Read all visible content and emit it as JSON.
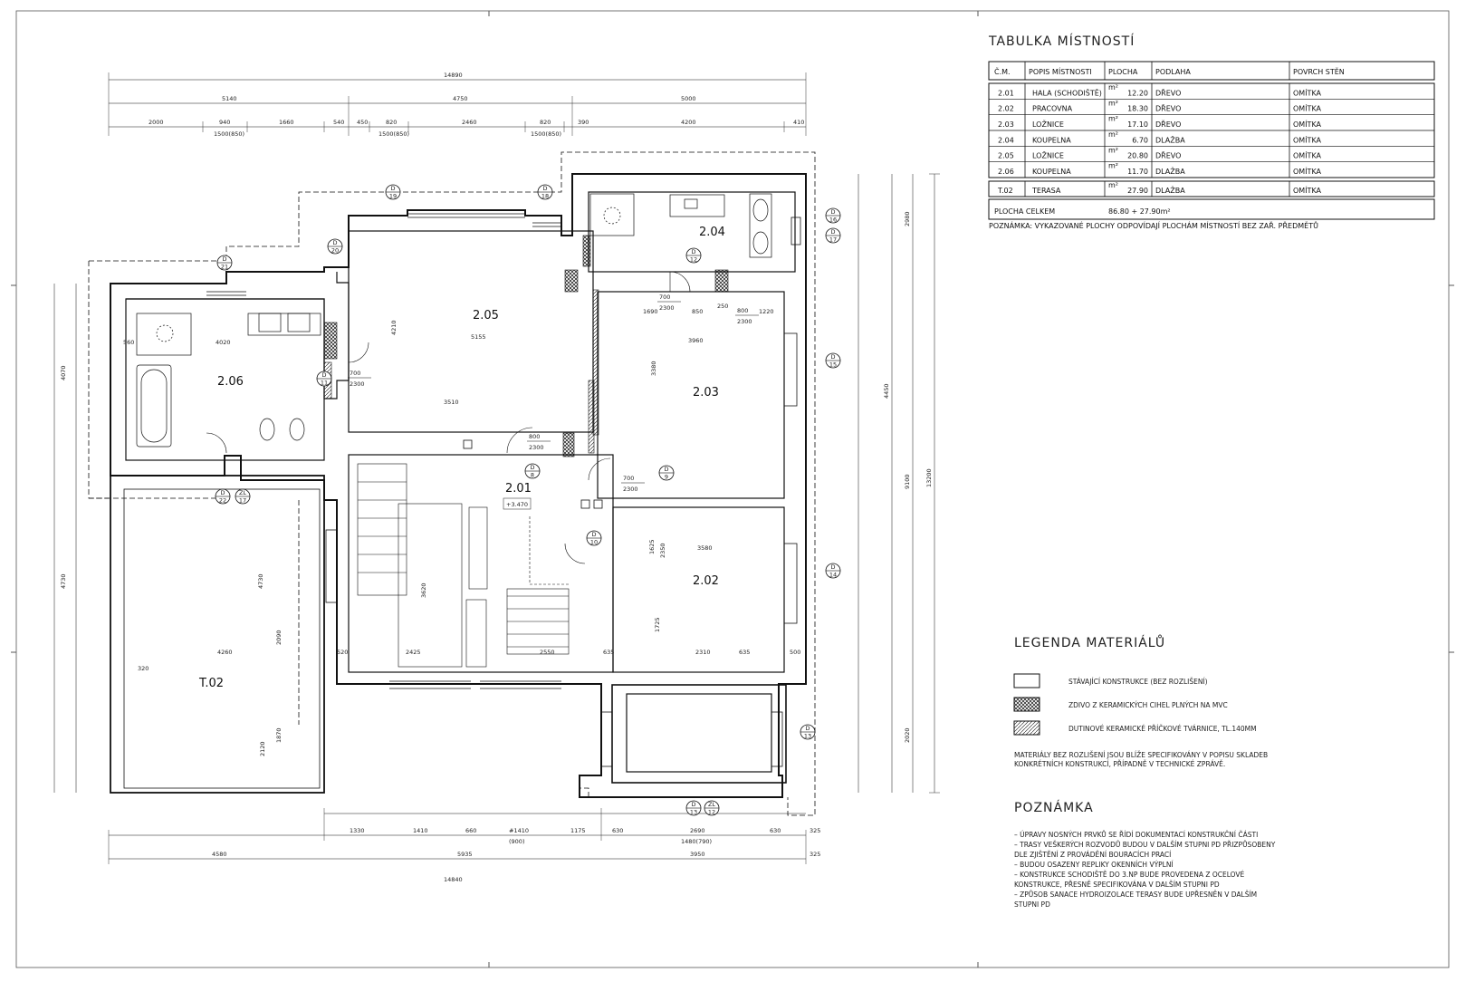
{
  "room_table": {
    "title": "TABULKA MÍSTNOSTÍ",
    "headers": [
      "Č.M.",
      "POPIS MÍSTNOSTI",
      "PLOCHA",
      "PODLAHA",
      "POVRCH STĚN"
    ],
    "area_unit": "m²",
    "rows": [
      {
        "num": "2.01",
        "name": "HALA (SCHODIŠTĚ)",
        "area": "12.20",
        "floor": "DŘEVO",
        "wall": "OMÍTKA"
      },
      {
        "num": "2.02",
        "name": "PRACOVNA",
        "area": "18.30",
        "floor": "DŘEVO",
        "wall": "OMÍTKA"
      },
      {
        "num": "2.03",
        "name": "LOŽNICE",
        "area": "17.10",
        "floor": "DŘEVO",
        "wall": "OMÍTKA"
      },
      {
        "num": "2.04",
        "name": "KOUPELNA",
        "area": "6.70",
        "floor": "DLAŽBA",
        "wall": "OMÍTKA"
      },
      {
        "num": "2.05",
        "name": "LOŽNICE",
        "area": "20.80",
        "floor": "DŘEVO",
        "wall": "OMÍTKA"
      },
      {
        "num": "2.06",
        "name": "KOUPELNA",
        "area": "11.70",
        "floor": "DLAŽBA",
        "wall": "OMÍTKA"
      }
    ],
    "terrace": {
      "num": "T.02",
      "name": "TERASA",
      "area": "27.90",
      "floor": "DLAŽBA",
      "wall": "OMÍTKA"
    },
    "total_label": "PLOCHA CELKEM",
    "total_value": "86.80 + 27.90m²",
    "note": "POZNÁMKA: VYKAZOVANÉ PLOCHY ODPOVÍDAJÍ PLOCHÁM MÍSTNOSTÍ BEZ ZAŘ. PŘEDMĚTŮ"
  },
  "legend": {
    "title": "LEGENDA MATERIÁLŮ",
    "items": [
      {
        "pattern": "empty",
        "label": "STÁVAJÍCÍ KONSTRUKCE (BEZ ROZLIŠENÍ)"
      },
      {
        "pattern": "crosshatch",
        "label": "ZDIVO Z KERAMICKÝCH CIHEL PLNÝCH NA MVC"
      },
      {
        "pattern": "diagonal",
        "label": "DUTINOVÉ KERAMICKÉ PŘÍČKOVÉ TVÁRNICE, TL.140MM"
      }
    ],
    "note_line1": "MATERIÁLY BEZ ROZLIŠENÍ JSOU BLÍŽE SPECIFIKOVÁNY V POPISU SKLADEB",
    "note_line2": "KONKRÉTNÍCH KONSTRUKCÍ, PŘÍPADNĚ V TECHNICKÉ ZPRÁVĚ."
  },
  "poznamka": {
    "title": "POZNÁMKA",
    "lines": [
      "– ÚPRAVY NOSNÝCH PRVKŮ SE ŘÍDÍ DOKUMENTACÍ KONSTRUKČNÍ ČÁSTI",
      "– TRASY VEŠKERÝCH ROZVODŮ BUDOU V DALŠÍM STUPNI PD PŘIZPŮSOBENY",
      "DLE ZJIŠTĚNÍ Z PROVÁDĚNÍ BOURACÍCH PRACÍ",
      "– BUDOU OSAZENY REPLIKY OKENNÍCH VÝPLNÍ",
      "– KONSTRUKCE SCHODIŠTĚ DO 3.NP BUDE PROVEDENA Z OCELOVÉ",
      "KONSTRUKCE, PŘESNĚ SPECIFIKOVÁNA V DALŠÍM STUPNI PD",
      "– ZPŮSOB SANACE HYDROIZOLACE TERASY BUDE UPŘESNĚN V DALŠÍM",
      "STUPNI PD"
    ]
  },
  "plan": {
    "rooms": [
      {
        "id": "2.05"
      },
      {
        "id": "2.04"
      },
      {
        "id": "2.06"
      },
      {
        "id": "2.03"
      },
      {
        "id": "2.01"
      },
      {
        "id": "2.02"
      },
      {
        "id": "T.02"
      }
    ],
    "level_mark": "+3.470",
    "dims_top_total": "14890",
    "dims_top_row1": [
      "5140",
      "4750",
      "5000"
    ],
    "dims_top_row2": [
      "2000",
      "940",
      "1660",
      "540",
      "450",
      "820",
      "2460",
      "820",
      "390",
      "4200",
      "410"
    ],
    "window_sizes": [
      "1500(850)",
      "1500(850)",
      "1500(850)"
    ],
    "dims_bottom_row1": [
      "1330",
      "1410",
      "660",
      "#1410",
      "1175",
      "630",
      "2690",
      "630",
      "325"
    ],
    "dims_bottom_sub": [
      "(900)",
      "1480(790)"
    ],
    "dims_bottom_row2": [
      "4580",
      "5935",
      "3950",
      "325"
    ],
    "dims_bottom_total": "14840",
    "dims_right_outer": "13200",
    "dims_right_mid": [
      "2980",
      "4450",
      "9100",
      "2020"
    ],
    "dims_left": [
      "4070",
      "4730"
    ],
    "interior_dims": [
      "5155",
      "3510",
      "3960",
      "1690",
      "850",
      "1220",
      "250",
      "4020",
      "560",
      "3580",
      "2310",
      "2425",
      "2550",
      "635",
      "635",
      "500",
      "520",
      "4260",
      "320",
      "4210",
      "3380",
      "3620",
      "1725",
      "1625",
      "2350",
      "2090",
      "4730",
      "1870",
      "2120"
    ],
    "door_tags": [
      "700 / 2300",
      "700 / 2300",
      "800 / 2300",
      "700 / 2300",
      "800 / 2300"
    ],
    "section_marks": [
      "D 19",
      "D 18",
      "D 20",
      "D 21",
      "D 12",
      "D 16",
      "D 17",
      "D 15",
      "D 14",
      "D 13",
      "D 11",
      "D 8",
      "D 9",
      "D 10",
      "D 22",
      "ZL 17",
      "ZL 12",
      "D 13"
    ]
  }
}
